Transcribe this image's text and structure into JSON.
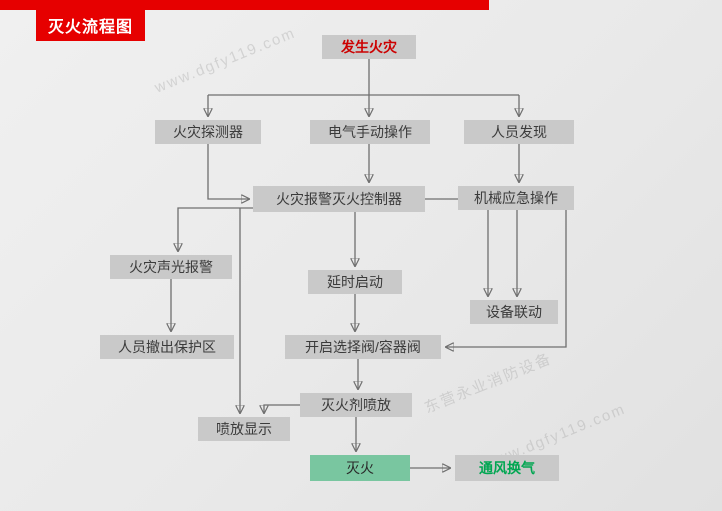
{
  "banner": {
    "title": "灭火流程图"
  },
  "nodes": {
    "fire_occurs": {
      "label": "发生火灾"
    },
    "fire_detector": {
      "label": "火灾探测器"
    },
    "electric_manual": {
      "label": "电气手动操作"
    },
    "personnel_discovery": {
      "label": "人员发现"
    },
    "controller": {
      "label": "火灾报警灭火控制器"
    },
    "mechanical_emergency": {
      "label": "机械应急操作"
    },
    "sound_light_alarm": {
      "label": "火灾声光报警"
    },
    "delayed_start": {
      "label": "延时启动"
    },
    "equipment_linkage": {
      "label": "设备联动"
    },
    "evacuate": {
      "label": "人员撤出保护区"
    },
    "open_valve": {
      "label": "开启选择阀/容器阀"
    },
    "agent_discharge": {
      "label": "灭火剂喷放"
    },
    "discharge_display": {
      "label": "喷放显示"
    },
    "extinguish": {
      "label": "灭火"
    },
    "ventilation": {
      "label": "通风换气"
    }
  },
  "watermark": {
    "line1": "东营永业消防设备",
    "line2": "www.dgfy119.com"
  },
  "colors": {
    "accent_red": "#e60000",
    "node_gray": "#c9c9c9",
    "green_fill": "#79c6a0",
    "green_text": "#00a651",
    "line_gray": "#6f6f6f"
  }
}
